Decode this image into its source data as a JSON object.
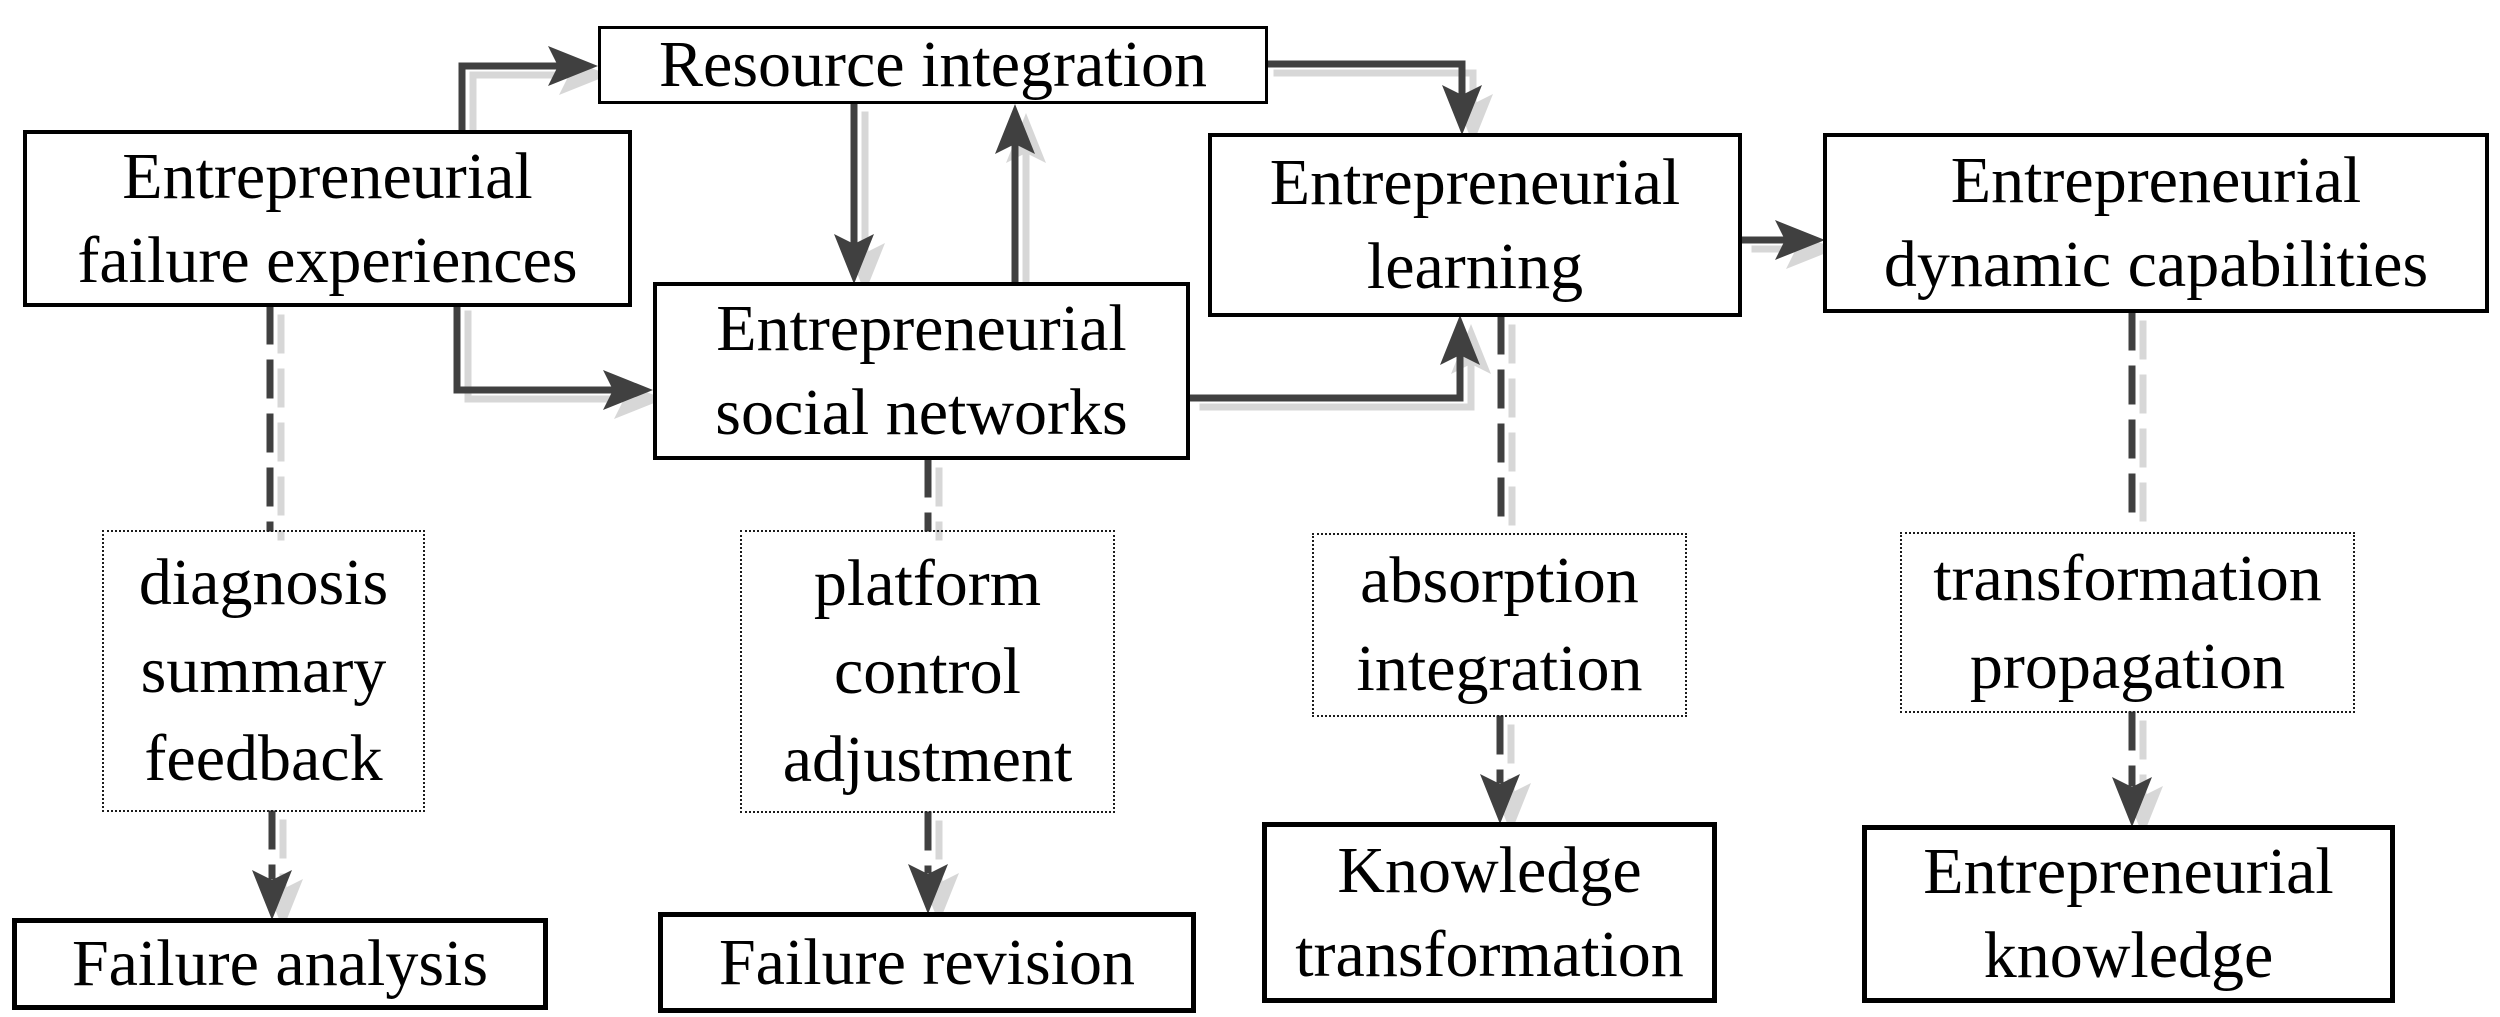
{
  "diagram": {
    "type": "flowchart",
    "colors": {
      "background": "#ffffff",
      "box_border": "#000000",
      "dotted_border": "#1c1c1c",
      "text": "#000000",
      "connector": "#404040",
      "connector_shadow": "#d7d7d7"
    },
    "boxes": {
      "resource_integration": {
        "label": "Resource integration",
        "style": "solid"
      },
      "failure_experiences": {
        "label": "Entrepreneurial\nfailure experiences",
        "style": "solid"
      },
      "social_networks": {
        "label": "Entrepreneurial\nsocial networks",
        "style": "solid"
      },
      "learning": {
        "label": "Entrepreneurial\nlearning",
        "style": "solid"
      },
      "dynamic_capabilities": {
        "label": "Entrepreneurial\ndynamic capabilities",
        "style": "solid"
      },
      "diagnosis_summary_feedback": {
        "label": "diagnosis\nsummary\nfeedback",
        "style": "dotted"
      },
      "platform_control_adjustment": {
        "label": "platform\ncontrol\nadjustment",
        "style": "dotted"
      },
      "absorption_integration": {
        "label": "absorption\nintegration",
        "style": "dotted"
      },
      "transformation_propagation": {
        "label": "transformation\npropagation",
        "style": "dotted"
      },
      "failure_analysis": {
        "label": "Failure analysis",
        "style": "solid"
      },
      "failure_revision": {
        "label": "Failure revision",
        "style": "solid"
      },
      "knowledge_transformation": {
        "label": "Knowledge\ntransformation",
        "style": "solid"
      },
      "entrepreneurial_knowledge": {
        "label": "Entrepreneurial\nknowledge",
        "style": "solid"
      }
    },
    "edges": [
      {
        "from": "failure_experiences",
        "to": "resource_integration",
        "line": "solid-arrow"
      },
      {
        "from": "failure_experiences",
        "to": "social_networks",
        "line": "solid-arrow"
      },
      {
        "from": "resource_integration",
        "to": "social_networks",
        "line": "solid-arrow"
      },
      {
        "from": "social_networks",
        "to": "resource_integration",
        "line": "solid-arrow"
      },
      {
        "from": "resource_integration",
        "to": "learning",
        "line": "solid-arrow"
      },
      {
        "from": "social_networks",
        "to": "learning",
        "line": "solid-arrow"
      },
      {
        "from": "learning",
        "to": "dynamic_capabilities",
        "line": "solid-arrow"
      },
      {
        "from": "failure_experiences",
        "to": "diagnosis_summary_feedback",
        "line": "dashed"
      },
      {
        "from": "diagnosis_summary_feedback",
        "to": "failure_analysis",
        "line": "dashed-arrow"
      },
      {
        "from": "social_networks",
        "to": "platform_control_adjustment",
        "line": "dashed"
      },
      {
        "from": "platform_control_adjustment",
        "to": "failure_revision",
        "line": "dashed-arrow"
      },
      {
        "from": "learning",
        "to": "absorption_integration",
        "line": "dashed"
      },
      {
        "from": "absorption_integration",
        "to": "knowledge_transformation",
        "line": "dashed-arrow"
      },
      {
        "from": "dynamic_capabilities",
        "to": "transformation_propagation",
        "line": "dashed"
      },
      {
        "from": "transformation_propagation",
        "to": "entrepreneurial_knowledge",
        "line": "dashed-arrow"
      }
    ]
  }
}
